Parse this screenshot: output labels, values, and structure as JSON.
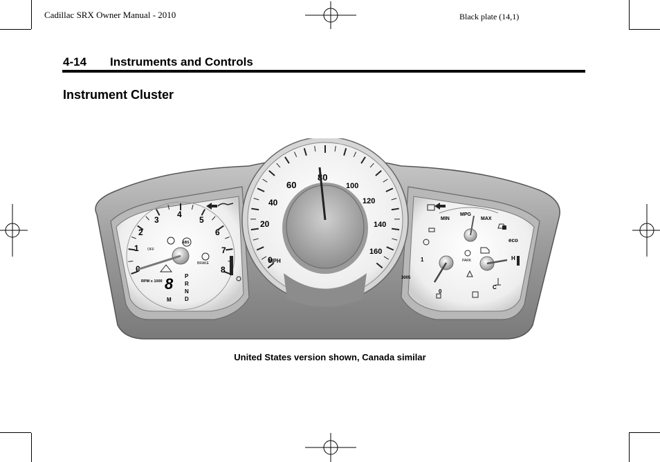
{
  "header": {
    "left_text": "Cadillac SRX Owner Manual - 2010",
    "right_text": "Black plate (14,1)"
  },
  "section": {
    "number": "4-14",
    "title": "Instruments and Controls"
  },
  "page_title": "Instrument Cluster",
  "figure": {
    "caption": "United States version shown, Canada similar",
    "tachometer": {
      "ticks": [
        "0",
        "1",
        "2",
        "3",
        "4",
        "5",
        "6",
        "7",
        "8"
      ],
      "unit_label": "RPM x 1000",
      "off_label": "OFF",
      "abs_label": "ABS",
      "brake_label": "BRAKE",
      "gear_display": "8",
      "gears": [
        "P",
        "R",
        "N",
        "D"
      ],
      "manual_label": "M"
    },
    "speedometer": {
      "ticks": [
        "0",
        "20",
        "40",
        "60",
        "80",
        "100",
        "120",
        "140",
        "160"
      ],
      "unit_label": "MPH"
    },
    "right_gauges": {
      "mpg_label": "MPG",
      "min_label": "MIN",
      "max_label": "MAX",
      "eco_label": "eco",
      "park_label": "PARK",
      "fuel_marks": [
        "1",
        "0"
      ],
      "temp_marks": [
        "H",
        "C"
      ],
      "odometer_text": "3005"
    }
  }
}
